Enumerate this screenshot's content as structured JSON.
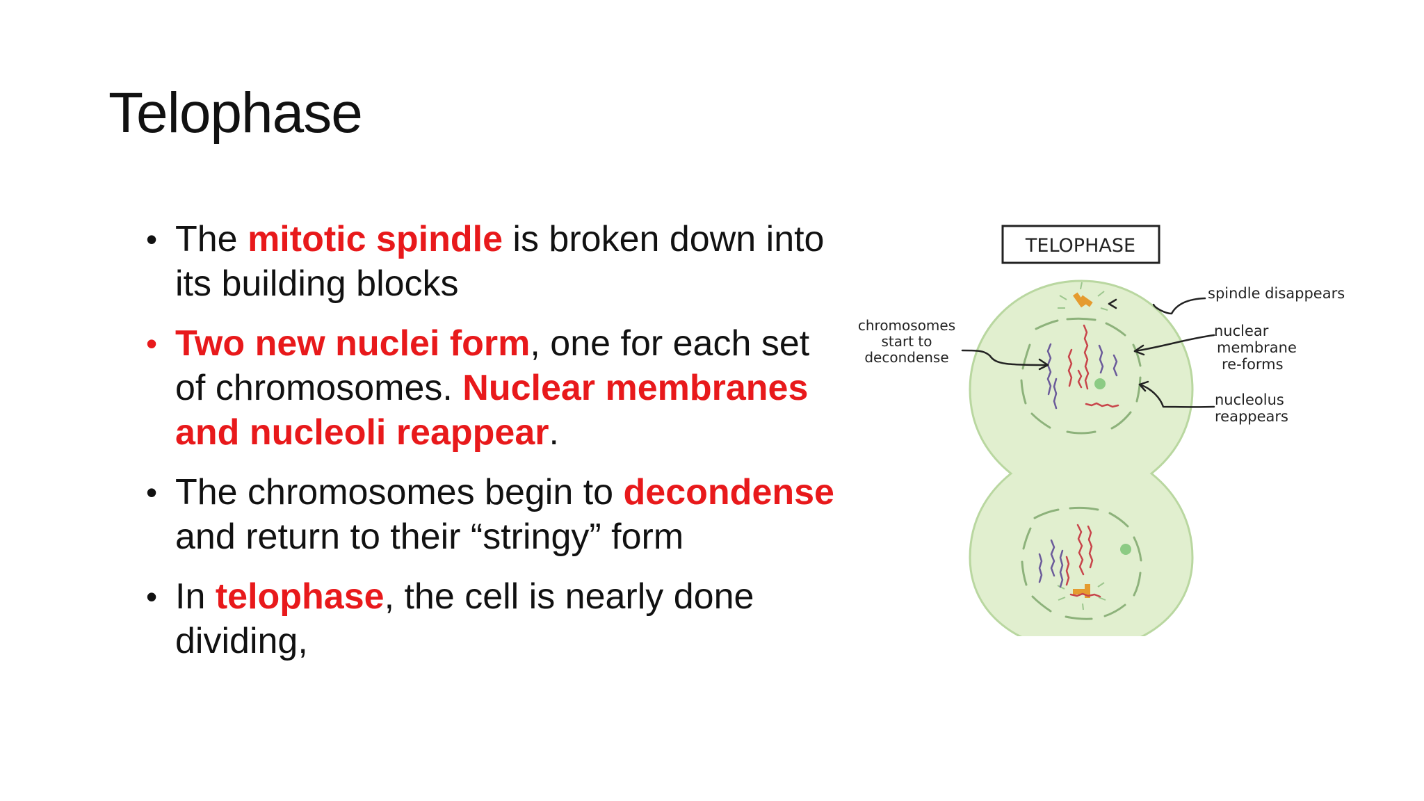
{
  "slide": {
    "title": "Telophase",
    "bullets": [
      {
        "lines": [
          [
            {
              "text": "The ",
              "em": false
            },
            {
              "text": "mitotic spindle",
              "em": true
            },
            {
              "text": " is broken down into",
              "em": false
            }
          ],
          [
            {
              "text": "its building blocks",
              "em": false
            }
          ]
        ],
        "bullet_color": "#111111"
      },
      {
        "lines": [
          [
            {
              "text": "Two new nuclei form",
              "em": true
            },
            {
              "text": ", one for each set",
              "em": false
            }
          ],
          [
            {
              "text": "of chromosomes. ",
              "em": false
            },
            {
              "text": "Nuclear membranes",
              "em": true
            }
          ],
          [
            {
              "text": "and nucleoli reappear",
              "em": true
            },
            {
              "text": ".",
              "em": false
            }
          ]
        ],
        "bullet_color": "#e8191b"
      },
      {
        "lines": [
          [
            {
              "text": "The chromosomes begin to ",
              "em": false
            },
            {
              "text": "decondense",
              "em": true
            }
          ],
          [
            {
              "text": "and return to their “stringy” form",
              "em": false
            }
          ]
        ],
        "bullet_color": "#111111"
      },
      {
        "lines": [
          [
            {
              "text": "In ",
              "em": false
            },
            {
              "text": "telophase",
              "em": true
            },
            {
              "text": ", the cell is nearly done",
              "em": false
            }
          ],
          [
            {
              "text": "dividing,",
              "em": false
            }
          ]
        ],
        "bullet_color": "#111111"
      }
    ],
    "bullet_glyph": "•",
    "accent_color": "#e8191b"
  },
  "diagram": {
    "box_label": "TELOPHASE",
    "labels": {
      "spindle": "spindle disappears",
      "chromosomes": [
        "chromosomes",
        "start to",
        "decondense"
      ],
      "membrane": [
        "nuclear",
        "membrane",
        "re-forms"
      ],
      "nucleolus": [
        "nucleolus",
        "reappears"
      ]
    },
    "colors": {
      "cell_fill": "#e1efcf",
      "cell_stroke": "#b9d7a0",
      "chromosome_red": "#c8444a",
      "chromosome_purple": "#6b5b9a",
      "nucleolus": "#8ccb84",
      "centrosome": "#e59b2f"
    }
  }
}
